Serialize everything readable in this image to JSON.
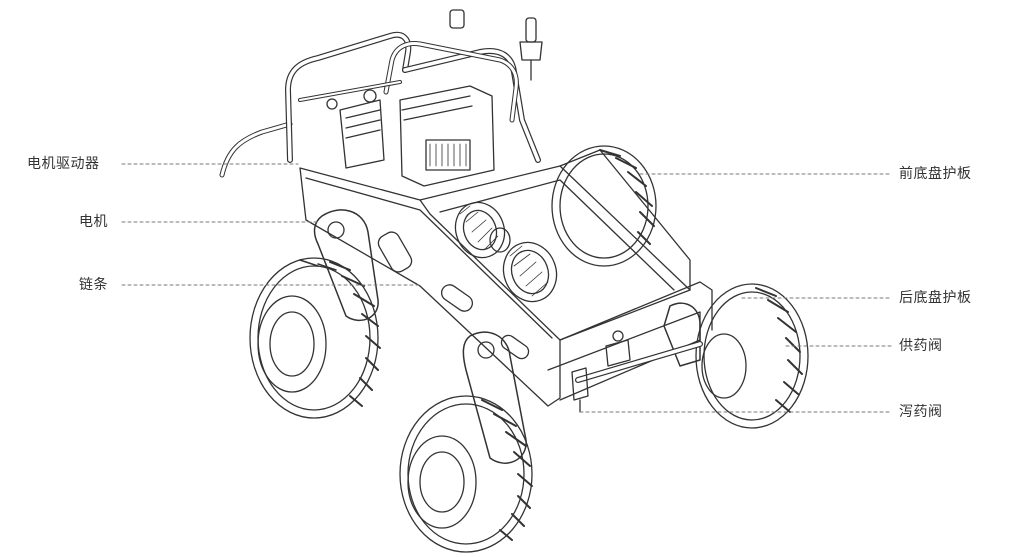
{
  "colors": {
    "line": "#333333",
    "leader": "#777777",
    "text": "#333333",
    "background": "#ffffff"
  },
  "labels": {
    "motor_driver": "电机驱动器",
    "motor": "电机",
    "chain": "链条",
    "front_chassis_guard": "前底盘护板",
    "rear_chassis_guard": "后底盘护板",
    "supply_valve": "供药阀",
    "drain_valve": "泻药阀"
  }
}
